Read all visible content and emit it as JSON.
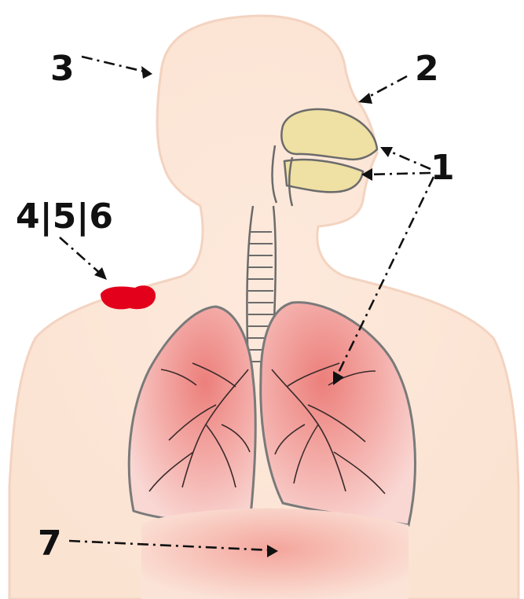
{
  "labels": {
    "l1": "1",
    "l2": "2",
    "l3": "3",
    "l456": "4|5|6",
    "l7": "7"
  },
  "colors": {
    "skin": "#fbe6d6",
    "skin_edge": "#f6d5c0",
    "outline": "#6b6b6b",
    "nasal": "#efe0a3",
    "lung": "#f2a9a4",
    "lung_core": "#ea7f7a",
    "diaphragm": "#f6b7ae",
    "lesion": "#e3001b",
    "ink": "#111111"
  }
}
